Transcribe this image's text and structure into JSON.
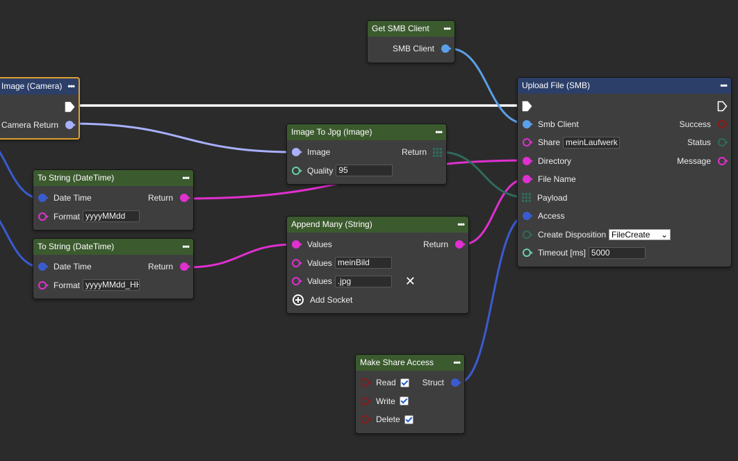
{
  "colors": {
    "canvas": "#2b2b2b",
    "exec": "#ffffff",
    "image": "#a8b0ff",
    "smb_client": "#5aa0e8",
    "string": "#e030d0",
    "bytes": "#2f6b5e",
    "struct": "#3a5bd0",
    "datetime": "#3a5bd0",
    "int": "#6ad0a8",
    "bool": "#8a1a1a",
    "enum": "#2f6b5e",
    "flow_header": "#2c3f69",
    "pure_header": "#3b5a2e"
  },
  "nodes": [
    {
      "id": "camera",
      "title": "Image (Camera)",
      "header": "flow",
      "selected": true,
      "rows": [
        {
          "left": null,
          "right": {
            "socket": "exec",
            "color": "#ffffff",
            "label": ""
          }
        },
        {
          "left": {
            "label": "Camera"
          },
          "right": {
            "label": "Return",
            "socket": "filled",
            "color": "#a8b0ff"
          }
        }
      ]
    },
    {
      "id": "get-smb-client",
      "title": "Get SMB Client",
      "header": "pure",
      "rows": [
        {
          "right": {
            "label": "SMB Client",
            "socket": "filled",
            "color": "#5aa0e8"
          }
        }
      ]
    },
    {
      "id": "upload-file",
      "title": "Upload File (SMB)",
      "header": "flow",
      "rows": [
        {
          "left": {
            "socket": "exec",
            "color": "#ffffff",
            "label": ""
          },
          "right": {
            "socket": "exec-hollow",
            "color": "#ffffff",
            "label": ""
          }
        },
        {
          "left": {
            "socket": "filled",
            "color": "#5aa0e8",
            "label": "Smb Client"
          },
          "right": {
            "label": "Success",
            "socket": "hollow",
            "color": "#8a1a1a"
          }
        },
        {
          "left": {
            "socket": "hollow",
            "color": "#e030d0",
            "label": "Share",
            "input": "meinLaufwerk"
          },
          "right": {
            "label": "Status",
            "socket": "hollow",
            "color": "#2f6b5e"
          }
        },
        {
          "left": {
            "socket": "filled",
            "color": "#e030d0",
            "label": "Directory"
          },
          "right": {
            "label": "Message",
            "socket": "hollow",
            "color": "#e030d0"
          }
        },
        {
          "left": {
            "socket": "filled",
            "color": "#e030d0",
            "label": "File Name"
          }
        },
        {
          "left": {
            "socket": "grid",
            "color": "#2f6b5e",
            "label": "Payload"
          }
        },
        {
          "left": {
            "socket": "filled",
            "color": "#3a5bd0",
            "label": "Access"
          }
        },
        {
          "left": {
            "socket": "hollow",
            "color": "#2f6b5e",
            "label": "Create Disposition",
            "select": "FileCreate"
          }
        },
        {
          "left": {
            "socket": "hollow",
            "color": "#6ad0a8",
            "label": "Timeout [ms]",
            "input": "5000"
          }
        }
      ]
    },
    {
      "id": "image-to-jpg",
      "title": "Image To Jpg (Image)",
      "header": "pure",
      "rows": [
        {
          "left": {
            "socket": "filled",
            "color": "#a8b0ff",
            "label": "Image"
          },
          "right": {
            "label": "Return",
            "socket": "grid",
            "color": "#2f6b5e"
          }
        },
        {
          "left": {
            "socket": "hollow",
            "color": "#6ad0a8",
            "label": "Quality",
            "input": "95"
          }
        }
      ]
    },
    {
      "id": "to-string-1",
      "title": "To String (DateTime)",
      "header": "pure",
      "rows": [
        {
          "left": {
            "socket": "filled",
            "color": "#3a5bd0",
            "label": "Date Time"
          },
          "right": {
            "label": "Return",
            "socket": "filled",
            "color": "#e030d0"
          }
        },
        {
          "left": {
            "socket": "hollow",
            "color": "#e030d0",
            "label": "Format",
            "input": "yyyyMMdd"
          }
        }
      ]
    },
    {
      "id": "to-string-2",
      "title": "To String (DateTime)",
      "header": "pure",
      "rows": [
        {
          "left": {
            "socket": "filled",
            "color": "#3a5bd0",
            "label": "Date Time"
          },
          "right": {
            "label": "Return",
            "socket": "filled",
            "color": "#e030d0"
          }
        },
        {
          "left": {
            "socket": "hollow",
            "color": "#e030d0",
            "label": "Format",
            "input": "yyyyMMdd_HH"
          }
        }
      ]
    },
    {
      "id": "append-many",
      "title": "Append Many (String)",
      "header": "pure",
      "rows": [
        {
          "left": {
            "socket": "filled",
            "color": "#e030d0",
            "label": "Values"
          },
          "right": {
            "label": "Return",
            "socket": "filled",
            "color": "#e030d0"
          }
        },
        {
          "left": {
            "socket": "hollow",
            "color": "#e030d0",
            "label": "Values",
            "input": "meinBild"
          }
        },
        {
          "left": {
            "socket": "hollow",
            "color": "#e030d0",
            "label": "Values",
            "input": ".jpg",
            "remove": "✕"
          }
        },
        {
          "add": "Add Socket"
        }
      ]
    },
    {
      "id": "make-share-access",
      "title": "Make Share Access",
      "header": "pure",
      "rows": [
        {
          "left": {
            "socket": "hollow",
            "color": "#8a1a1a",
            "label": "Read",
            "checkbox": true
          },
          "right": {
            "label": "Struct",
            "socket": "filled",
            "color": "#3a5bd0"
          }
        },
        {
          "left": {
            "socket": "hollow",
            "color": "#8a1a1a",
            "label": "Write",
            "checkbox": true
          }
        },
        {
          "left": {
            "socket": "hollow",
            "color": "#8a1a1a",
            "label": "Delete",
            "checkbox": true
          }
        }
      ]
    }
  ],
  "menu_label": "•••"
}
